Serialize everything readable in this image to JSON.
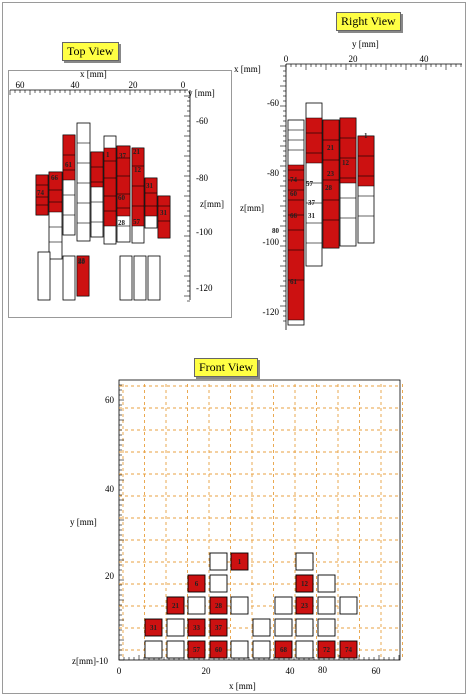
{
  "top_view": {
    "title": "Top View",
    "x_axis_label": "x [mm]",
    "y_axis_label": "y [mm]",
    "z_axis_label": "z[mm]",
    "x_ticks": [
      "60",
      "40",
      "20",
      "0"
    ],
    "z_ticks": [
      "-60",
      "-80",
      "-100",
      "-120"
    ],
    "numbers": [
      "74",
      "66",
      "61",
      "23",
      "1",
      "37",
      "21",
      "12",
      "31",
      "60",
      "28",
      "57",
      "80",
      "31"
    ]
  },
  "right_view": {
    "title": "Right View",
    "x_axis_label": "x [mm]",
    "y_axis_label": "y [mm]",
    "z_axis_label": "z[mm]",
    "y_ticks": [
      "0",
      "20",
      "40"
    ],
    "z_ticks": [
      "-60",
      "-80",
      "-100",
      "-120"
    ],
    "numbers": [
      "80",
      "74",
      "60",
      "66",
      "61",
      "57",
      "37",
      "31",
      "28",
      "21",
      "23",
      "12",
      "1"
    ]
  },
  "front_view": {
    "title": "Front View",
    "x_axis_label": "x [mm]",
    "y_axis_label": "y [mm]",
    "z_axis_label": "z[mm]",
    "x_ticks": [
      "0",
      "20",
      "40",
      "60"
    ],
    "y_ticks": [
      "60",
      "40",
      "20"
    ],
    "cells": [
      {
        "label": "1",
        "filled": true
      },
      {
        "label": "6",
        "filled": true
      },
      {
        "label": "12",
        "filled": true
      },
      {
        "label": "21",
        "filled": true
      },
      {
        "label": "28",
        "filled": true
      },
      {
        "label": "23",
        "filled": true
      },
      {
        "label": "31",
        "filled": true
      },
      {
        "label": "33",
        "filled": true
      },
      {
        "label": "37",
        "filled": true
      },
      {
        "label": "57",
        "filled": true
      },
      {
        "label": "60",
        "filled": true
      },
      {
        "label": "68",
        "filled": true
      },
      {
        "label": "72",
        "filled": true
      },
      {
        "label": "74",
        "filled": true
      }
    ],
    "extra_labels": {
      "z_zero": "z[mm]-10",
      "x_80": "80"
    }
  },
  "colors": {
    "red": "#cc1111",
    "grid": "#e8a040",
    "title_bg": "#ffff44"
  }
}
